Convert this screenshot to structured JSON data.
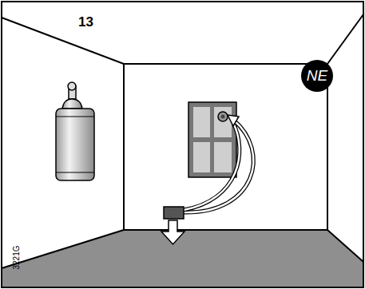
{
  "diagram": {
    "nodes": [
      {
        "text": [
          "NE"
        ]
      }
    ],
    "labels": [
      "13",
      "3221G"
    ]
  }
}
